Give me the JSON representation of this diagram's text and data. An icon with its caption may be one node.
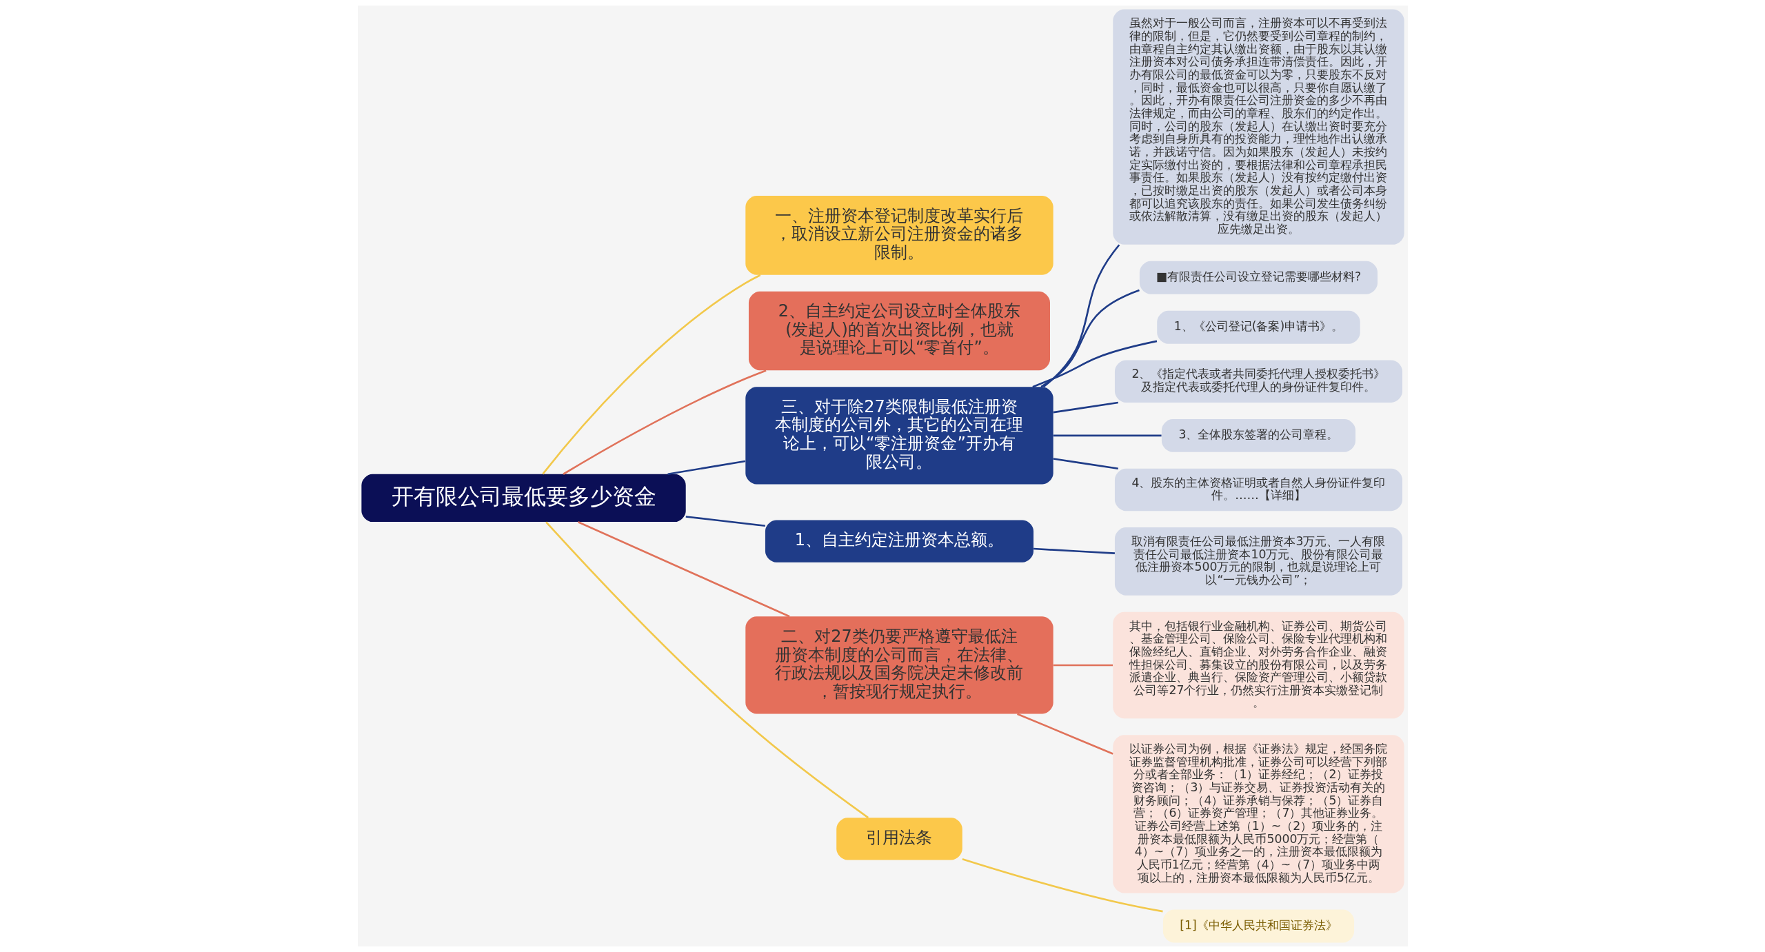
{
  "diagram": {
    "nodes": [
      {
        "text": [
          "开有限公司最低要多少资金"
        ]
      },
      {
        "text": [
          "一、注册资本登记制度改革实行后，取消设立新公司注册资金的诸多限制。"
        ]
      },
      {
        "text": [
          "2、自主约定公司设立时全体股东(发起人)的首次出资比例，也就是说理论上可以“零首付”。"
        ]
      },
      {
        "text": [
          "三、对于除27类限制最低注册资本制度的公司外，其它的公司在理论上，可以“零注册资金”开办有限公司。"
        ]
      },
      {
        "text": [
          "虽然对于一般公司而言，注册资本可以不再受到法律的限制，但是，它仍然要受到公司章程的制约，由章程自主约定其认缴出资额，由于股东以其认缴注册资本对公司债务承担连带清偿责任。因此，开办有限公司的最低资金可以为零，只要股东不反对，同时，最低资金也可以很高，只要你自愿认缴了。因此，开办有限责任公司注册资金的多少不再由法律规定，而由公司的章程、股东们的约定作出。同时，公司的股东（发起人）在认缴出资时要充分考虑到自身所具有的投资能力，理性地作出认缴承诺，并践诺守信。因为如果股东（发起人）未按约定实际缴付出资的，要根据法律和公司章程承担民事责任。如果股东（发起人）没有按约定缴付出资，已按时缴足出资的股东（发起人）或者公司本身都可以追究该股东的责任。如果公司发生债务纠纷或依法解散清算，没有缴足出资的股东（发起人）应先缴足出资。"
        ]
      },
      {
        "text": [
          "■有限责任公司设立登记需要哪些材料?"
        ]
      },
      {
        "text": [
          "1、《公司登记(备案)申请书》。"
        ]
      },
      {
        "text": [
          "2、《指定代表或者共同委托代理人授权委托书》及指定代表或委托代理人的身份证件复印件。"
        ]
      },
      {
        "text": [
          "3、全体股东签署的公司章程。"
        ]
      },
      {
        "text": [
          "4、股东的主体资格证明或者自然人身份证件复印件。……【详细】"
        ]
      },
      {
        "text": [
          "1、自主约定注册资本总额。"
        ]
      },
      {
        "text": [
          "取消有限责任公司最低注册资本3万元、一人有限责任公司最低注册资本10万元、股份有限公司最低注册资本500万元的限制，也就是说理论上可以“一元钱办公司”；"
        ]
      },
      {
        "text": [
          "二、对27类仍要严格遵守最低注册资本制度的公司而言，在法律、行政法规以及国务院决定未修改前，暂按现行规定执行。"
        ]
      },
      {
        "text": [
          "其中，包括银行业金融机构、证券公司、期货公司、基金管理公司、保险公司、保险专业代理机构和保险经纪人、直销企业、对外劳务合作企业、融资性担保公司、募集设立的股份有限公司，以及劳务派遣企业、典当行、保险资产管理公司、小额贷款公司等27个行业，仍然实行注册资本实缴登记制。"
        ]
      },
      {
        "text": [
          "以证券公司为例，根据《证券法》规定，经国务院证券监督管理机构批准，证券公司可以经营下列部分或者全部业务：（1）证券经纪；（2）证券投资咨询；（3）与证券交易、证券投资活动有关的财务顾问；（4）证券承销与保荐；（5）证券自营；（6）证券资产管理；（7）其他证券业务。证券公司经营上述第（1）~（2）项业务的，注册资本最低限额为人民币5000万元；经营第（4）~（7）项业务之一的，注册资本最低限额为人民币1亿元；经营第（4）~（7）项业务中两项以上的，注册资本最低限额为人民币5亿元。"
        ]
      },
      {
        "text": [
          "引用法条"
        ]
      },
      {
        "text": [
          "[1]《中华人民共和国证券法》"
        ]
      }
    ],
    "edges": [
      {
        "from": 0,
        "to": 1,
        "arrow": "none",
        "color": "#f2c84b"
      },
      {
        "from": 0,
        "to": 2,
        "arrow": "none",
        "color": "#e0725a"
      },
      {
        "from": 0,
        "to": 3,
        "arrow": "none"
      },
      {
        "from": 3,
        "to": 4,
        "arrow": "none"
      },
      {
        "from": 3,
        "to": 5,
        "arrow": "none"
      },
      {
        "from": 3,
        "to": 6,
        "arrow": "none"
      },
      {
        "from": 3,
        "to": 7,
        "arrow": "none"
      },
      {
        "from": 3,
        "to": 8,
        "arrow": "none"
      },
      {
        "from": 3,
        "to": 9,
        "arrow": "none"
      },
      {
        "from": 0,
        "to": 10,
        "arrow": "none"
      },
      {
        "from": 10,
        "to": 11,
        "arrow": "none"
      },
      {
        "from": 0,
        "to": 12,
        "arrow": "none",
        "color": "#e0725a"
      },
      {
        "from": 12,
        "to": 13,
        "arrow": "none",
        "color": "#e0725a"
      },
      {
        "from": 12,
        "to": 14,
        "arrow": "none",
        "color": "#e0725a"
      },
      {
        "from": 0,
        "to": 15,
        "arrow": "none",
        "color": "#f2c84b"
      },
      {
        "from": 15,
        "to": 16,
        "arrow": "none",
        "color": "#f2c84b"
      }
    ]
  }
}
